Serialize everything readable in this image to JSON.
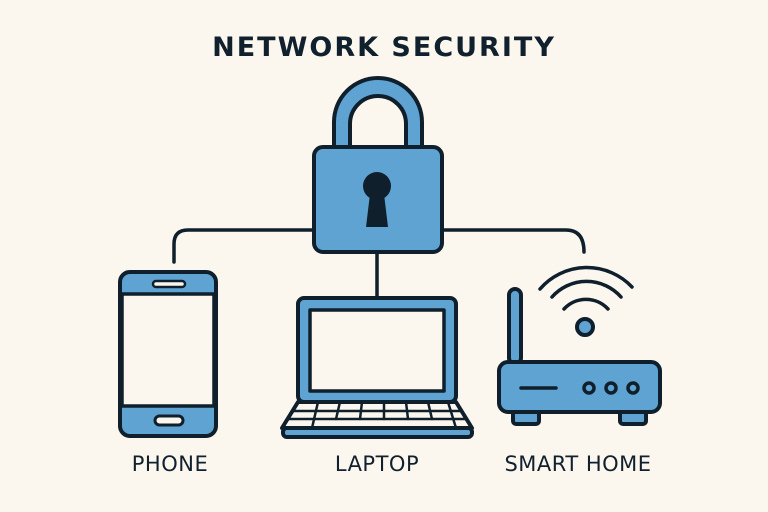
{
  "title": "NETWORK SECURITY",
  "devices": [
    {
      "label": "PHONE",
      "icon": "phone-icon"
    },
    {
      "label": "LAPTOP",
      "icon": "laptop-icon"
    },
    {
      "label": "SMART HOME",
      "icon": "router-icon"
    }
  ],
  "center_icon": "padlock-icon",
  "colors": {
    "background": "#fbf7ef",
    "fill": "#5fa3d3",
    "outline": "#0f1f2b",
    "screen": "#fbf7ef"
  }
}
